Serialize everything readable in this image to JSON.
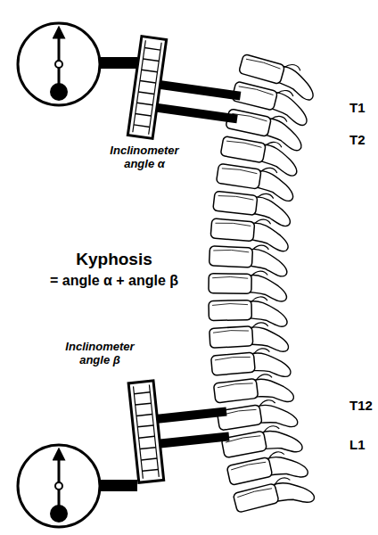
{
  "diagram": {
    "labels": [
      "T1",
      "T2",
      "Inclinometer angle α",
      "Kyphosis",
      "= angle α + angle β",
      "Inclinometer angle β",
      "T12",
      "L1"
    ]
  }
}
